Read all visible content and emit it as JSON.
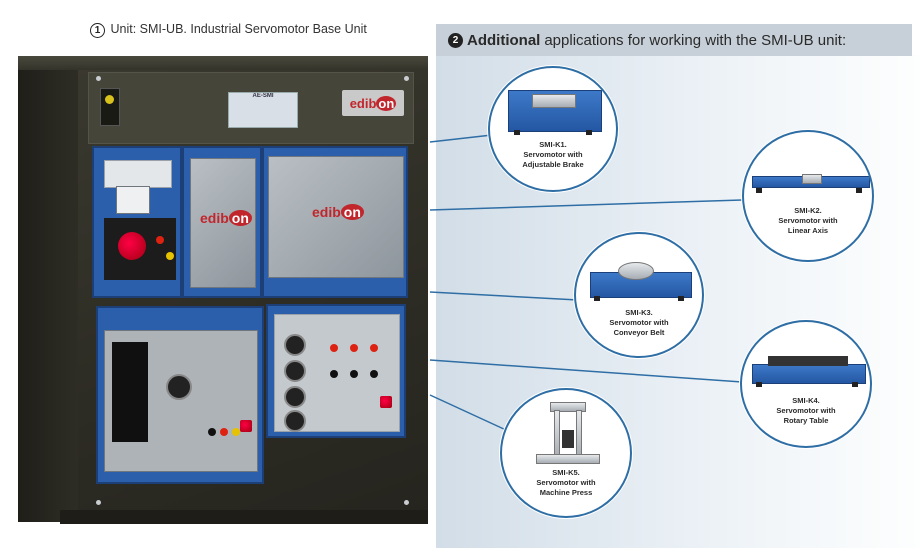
{
  "unit_caption": {
    "number": "1",
    "text": "Unit: SMI-UB. Industrial Servomotor Base Unit"
  },
  "apps_header": {
    "number": "2",
    "bold": "Additional",
    "rest": "applications for working with the SMI-UB unit:"
  },
  "brand": {
    "prefix": "edib",
    "suffix": "on"
  },
  "cabinet_plate": {
    "code": "AE-SMI"
  },
  "applications": [
    {
      "code": "SMI-K1.",
      "line1": "Servomotor with",
      "line2": "Adjustable Brake"
    },
    {
      "code": "SMI-K2.",
      "line1": "Servomotor with",
      "line2": "Linear Axis"
    },
    {
      "code": "SMI-K3.",
      "line1": "Servomotor with",
      "line2": "Conveyor Belt"
    },
    {
      "code": "SMI-K4.",
      "line1": "Servomotor with",
      "line2": "Rotary Table"
    },
    {
      "code": "SMI-K5.",
      "line1": "Servomotor with",
      "line2": "Machine Press"
    }
  ],
  "colors": {
    "module_blue": "#2b5fab",
    "brand_red": "#c1262d",
    "connector_line": "#2e6ea5",
    "cabinet": "#2d2c24"
  }
}
